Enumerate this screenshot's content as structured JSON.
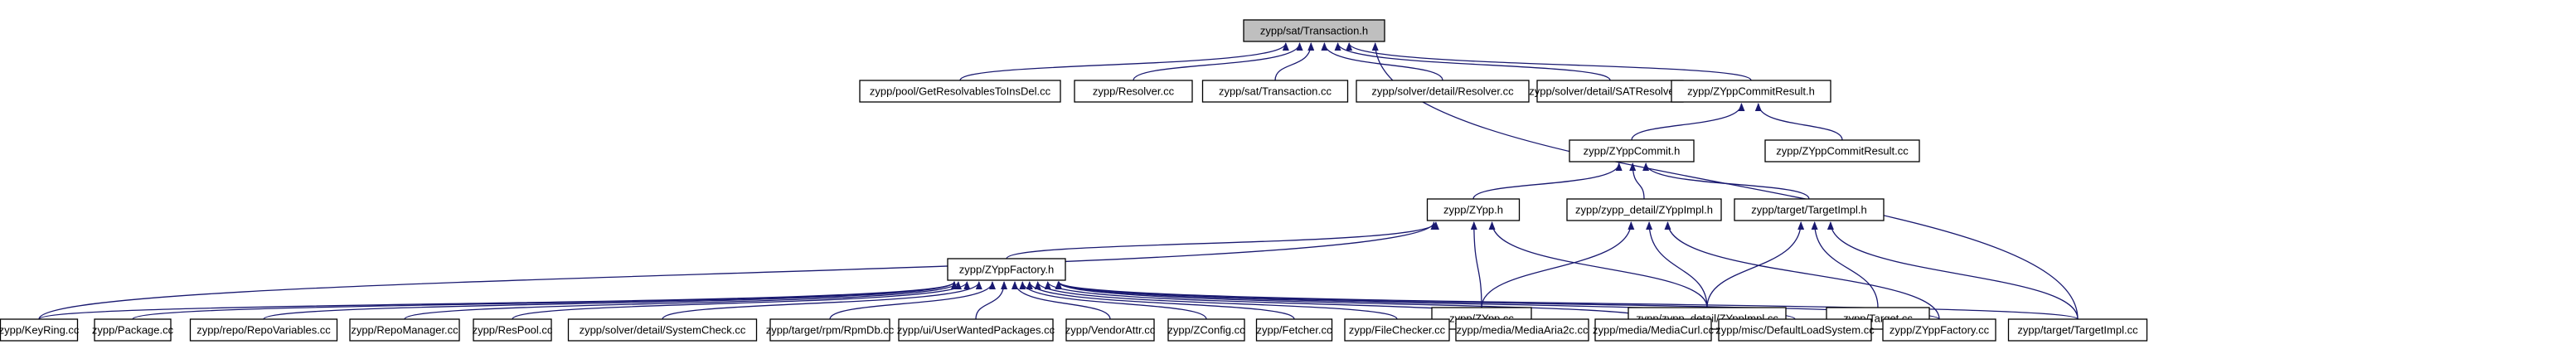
{
  "nodes": [
    {
      "id": "transaction_h",
      "label": "zypp/sat/Transaction.h"
    },
    {
      "id": "getresolvables",
      "label": "zypp/pool/GetResolvablesToInsDel.cc"
    },
    {
      "id": "resolver_cc",
      "label": "zypp/Resolver.cc"
    },
    {
      "id": "transaction_cc",
      "label": "zypp/sat/Transaction.cc"
    },
    {
      "id": "detail_resolver_cc",
      "label": "zypp/solver/detail/Resolver.cc"
    },
    {
      "id": "satresolver_cc",
      "label": "zypp/solver/detail/SATResolver.cc"
    },
    {
      "id": "commitresult_h",
      "label": "zypp/ZYppCommitResult.h"
    },
    {
      "id": "commit_h",
      "label": "zypp/ZYppCommit.h"
    },
    {
      "id": "commitresult_cc",
      "label": "zypp/ZYppCommitResult.cc"
    },
    {
      "id": "zypp_h",
      "label": "zypp/ZYpp.h"
    },
    {
      "id": "zyppimpl_h",
      "label": "zypp/zypp_detail/ZYppImpl.h"
    },
    {
      "id": "targetimpl_h",
      "label": "zypp/target/TargetImpl.h"
    },
    {
      "id": "factory_h",
      "label": "zypp/ZYppFactory.h"
    },
    {
      "id": "zypp_cc",
      "label": "zypp/ZYpp.cc"
    },
    {
      "id": "zyppimpl_cc",
      "label": "zypp/zypp_detail/ZYppImpl.cc"
    },
    {
      "id": "target_cc",
      "label": "zypp/Target.cc"
    },
    {
      "id": "keyring_cc",
      "label": "zypp/KeyRing.cc"
    },
    {
      "id": "package_cc",
      "label": "zypp/Package.cc"
    },
    {
      "id": "repovariables_cc",
      "label": "zypp/repo/RepoVariables.cc"
    },
    {
      "id": "repomanager_cc",
      "label": "zypp/RepoManager.cc"
    },
    {
      "id": "respool_cc",
      "label": "zypp/ResPool.cc"
    },
    {
      "id": "systemcheck_cc",
      "label": "zypp/solver/detail/SystemCheck.cc"
    },
    {
      "id": "rpmdb_cc",
      "label": "zypp/target/rpm/RpmDb.cc"
    },
    {
      "id": "userwanted_cc",
      "label": "zypp/ui/UserWantedPackages.cc"
    },
    {
      "id": "vendorattr_cc",
      "label": "zypp/VendorAttr.cc"
    },
    {
      "id": "zconfig_cc",
      "label": "zypp/ZConfig.cc"
    },
    {
      "id": "fetcher_cc",
      "label": "zypp/Fetcher.cc"
    },
    {
      "id": "filechecker_cc",
      "label": "zypp/FileChecker.cc"
    },
    {
      "id": "mediaaria2c_cc",
      "label": "zypp/media/MediaAria2c.cc"
    },
    {
      "id": "mediacurl_cc",
      "label": "zypp/media/MediaCurl.cc"
    },
    {
      "id": "defaultload_cc",
      "label": "zypp/misc/DefaultLoadSystem.cc"
    },
    {
      "id": "factory_cc",
      "label": "zypp/ZYppFactory.cc"
    },
    {
      "id": "targetimpl_cc",
      "label": "zypp/target/TargetImpl.cc"
    }
  ],
  "edges": [
    {
      "from": "getresolvables",
      "to": "transaction_h"
    },
    {
      "from": "resolver_cc",
      "to": "transaction_h"
    },
    {
      "from": "transaction_cc",
      "to": "transaction_h"
    },
    {
      "from": "detail_resolver_cc",
      "to": "transaction_h"
    },
    {
      "from": "satresolver_cc",
      "to": "transaction_h"
    },
    {
      "from": "commitresult_h",
      "to": "transaction_h"
    },
    {
      "from": "targetimpl_cc",
      "to": "transaction_h"
    },
    {
      "from": "commit_h",
      "to": "commitresult_h"
    },
    {
      "from": "commitresult_cc",
      "to": "commitresult_h"
    },
    {
      "from": "zypp_h",
      "to": "commit_h"
    },
    {
      "from": "zyppimpl_h",
      "to": "commit_h"
    },
    {
      "from": "targetimpl_h",
      "to": "commit_h"
    },
    {
      "from": "factory_h",
      "to": "zypp_h"
    },
    {
      "from": "zypp_cc",
      "to": "zypp_h"
    },
    {
      "from": "zyppimpl_cc",
      "to": "zypp_h"
    },
    {
      "from": "keyring_cc",
      "to": "zypp_h"
    },
    {
      "from": "zypp_cc",
      "to": "zyppimpl_h"
    },
    {
      "from": "zyppimpl_cc",
      "to": "zyppimpl_h"
    },
    {
      "from": "factory_cc",
      "to": "zyppimpl_h"
    },
    {
      "from": "zyppimpl_cc",
      "to": "targetimpl_h"
    },
    {
      "from": "target_cc",
      "to": "targetimpl_h"
    },
    {
      "from": "targetimpl_cc",
      "to": "targetimpl_h"
    },
    {
      "from": "keyring_cc",
      "to": "factory_h"
    },
    {
      "from": "package_cc",
      "to": "factory_h"
    },
    {
      "from": "repovariables_cc",
      "to": "factory_h"
    },
    {
      "from": "repomanager_cc",
      "to": "factory_h"
    },
    {
      "from": "respool_cc",
      "to": "factory_h"
    },
    {
      "from": "systemcheck_cc",
      "to": "factory_h"
    },
    {
      "from": "rpmdb_cc",
      "to": "factory_h"
    },
    {
      "from": "userwanted_cc",
      "to": "factory_h"
    },
    {
      "from": "vendorattr_cc",
      "to": "factory_h"
    },
    {
      "from": "zconfig_cc",
      "to": "factory_h"
    },
    {
      "from": "fetcher_cc",
      "to": "factory_h"
    },
    {
      "from": "filechecker_cc",
      "to": "factory_h"
    },
    {
      "from": "mediaaria2c_cc",
      "to": "factory_h"
    },
    {
      "from": "mediacurl_cc",
      "to": "factory_h"
    },
    {
      "from": "defaultload_cc",
      "to": "factory_h"
    },
    {
      "from": "factory_cc",
      "to": "factory_h"
    },
    {
      "from": "targetimpl_cc",
      "to": "factory_h"
    }
  ]
}
